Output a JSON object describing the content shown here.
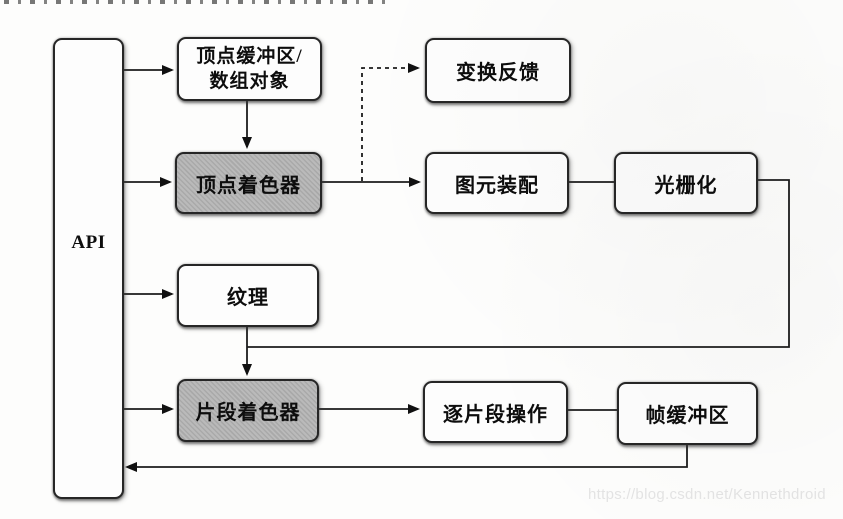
{
  "diagram": {
    "kind": "graphics-pipeline-flowchart",
    "watermark": "https://blog.csdn.net/Kennethdroid",
    "nodes": {
      "api": {
        "label": "API"
      },
      "vertex_buffer": {
        "line1": "顶点缓冲区/",
        "line2": "数组对象"
      },
      "transform_feedback": {
        "label": "变换反馈"
      },
      "vertex_shader": {
        "label": "顶点着色器"
      },
      "primitive_assembly": {
        "label": "图元装配"
      },
      "rasterization": {
        "label": "光栅化"
      },
      "texture": {
        "label": "纹理"
      },
      "fragment_shader": {
        "label": "片段着色器"
      },
      "per_fragment_ops": {
        "label": "逐片段操作"
      },
      "framebuffer": {
        "label": "帧缓冲区"
      }
    },
    "edges": [
      {
        "from": "api",
        "to": "vertex_buffer",
        "style": "solid",
        "arrow": true
      },
      {
        "from": "vertex_buffer",
        "to": "vertex_shader",
        "style": "solid",
        "arrow": true
      },
      {
        "from": "api",
        "to": "vertex_shader",
        "style": "solid",
        "arrow": true
      },
      {
        "from": "vertex_shader",
        "to": "primitive_assembly",
        "style": "solid",
        "arrow": true
      },
      {
        "from": "vertex_shader",
        "to": "transform_feedback",
        "style": "dashed",
        "arrow": true
      },
      {
        "from": "primitive_assembly",
        "to": "rasterization",
        "style": "solid",
        "arrow": false
      },
      {
        "from": "rasterization",
        "to": "fragment_shader",
        "style": "solid",
        "arrow": false
      },
      {
        "from": "texture",
        "to": "fragment_shader",
        "style": "solid",
        "arrow": true
      },
      {
        "from": "api",
        "to": "texture",
        "style": "solid",
        "arrow": true
      },
      {
        "from": "api",
        "to": "fragment_shader",
        "style": "solid",
        "arrow": true
      },
      {
        "from": "fragment_shader",
        "to": "per_fragment_ops",
        "style": "solid",
        "arrow": true
      },
      {
        "from": "per_fragment_ops",
        "to": "framebuffer",
        "style": "solid",
        "arrow": false
      },
      {
        "from": "framebuffer",
        "to": "api",
        "style": "solid",
        "arrow": true
      }
    ],
    "colors": {
      "shaded_node_fill": "#b6b6b6",
      "node_fill": "#fdfdfd",
      "line": "#1c1c1c",
      "watermark": "#e4e4e4"
    }
  }
}
